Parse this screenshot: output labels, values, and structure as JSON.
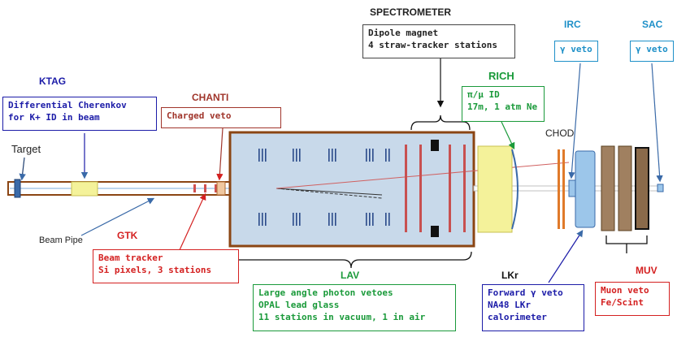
{
  "labels": {
    "ktag": "KTAG",
    "target": "Target",
    "beam_pipe": "Beam Pipe",
    "gtk": "GTK",
    "chanti": "CHANTI",
    "spectrometer": "SPECTROMETER",
    "rich": "RICH",
    "chod": "CHOD",
    "irc": "IRC",
    "sac": "SAC",
    "lav": "LAV",
    "lkr": "LKr",
    "muv": "MUV"
  },
  "boxes": {
    "ktag": [
      "Differential Cherenkov",
      "for K+ ID in beam"
    ],
    "chanti": [
      "Charged veto"
    ],
    "spectrometer": [
      "Dipole magnet",
      "4 straw-tracker stations"
    ],
    "rich": [
      "π/μ ID",
      "17m, 1 atm Ne"
    ],
    "irc": [
      "γ veto"
    ],
    "sac": [
      "γ veto"
    ],
    "gtk": [
      "Beam tracker",
      "Si pixels, 3 stations"
    ],
    "lav": [
      "Large angle photon vetoes",
      "OPAL lead glass",
      "11 stations in vacuum, 1 in air"
    ],
    "lkr": [
      "Forward γ veto",
      "NA48 LKr",
      "calorimeter"
    ],
    "muv": [
      "Muon veto",
      "Fe/Scint"
    ]
  },
  "colors": {
    "ktag": "#1c1ca8",
    "chanti": "#c0392b",
    "spectrometer": "#222222",
    "rich": "#1a9a3a",
    "irc_sac": "#1e90c8",
    "gtk": "#d42020",
    "lav": "#1a9a3a",
    "lkr": "#1c1ca8",
    "muv": "#d42020"
  }
}
